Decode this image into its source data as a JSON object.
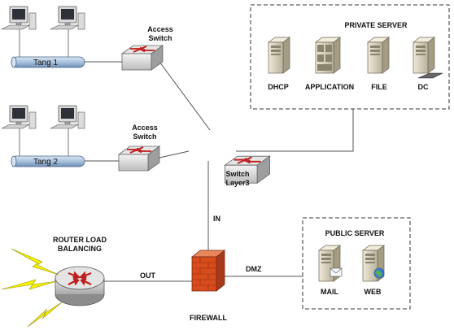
{
  "lan1": {
    "bus_label": "Tang 1",
    "switch_label_line1": "Access",
    "switch_label_line2": "Switch"
  },
  "lan2": {
    "bus_label": "Tang 2",
    "switch_label_line1": "Access",
    "switch_label_line2": "Switch"
  },
  "core": {
    "label_line1": "Switch",
    "label_line2": "Layer3"
  },
  "private": {
    "title": "PRIVATE SERVER",
    "servers": [
      "DHCP",
      "APPLICATION",
      "FILE",
      "DC"
    ]
  },
  "public": {
    "title": "PUBLIC SERVER",
    "servers": [
      "MAIL",
      "WEB"
    ]
  },
  "router": {
    "label_line1": "ROUTER LOAD",
    "label_line2": "BALANCING"
  },
  "firewall": {
    "label": "FIREWALL"
  },
  "links": {
    "in": "IN",
    "out": "OUT",
    "dmz": "DMZ"
  },
  "colors": {
    "bus": "#a9c2dd",
    "firewall": "#d84b1c",
    "router": "#4f8fd0",
    "switch_arrow": "#c02020",
    "lightning": "#f5f100"
  }
}
